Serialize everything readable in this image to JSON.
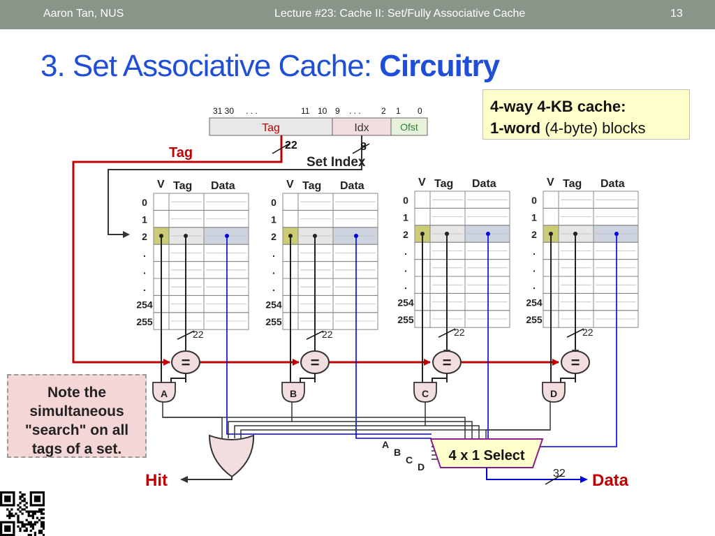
{
  "header": {
    "author": "Aaron Tan, NUS",
    "lecture": "Lecture #23: Cache II: Set/Fully Associative Cache",
    "page": "13"
  },
  "title": {
    "prefix": "3. Set Associative Cache: ",
    "emphasis": "Circuitry"
  },
  "cache_box": {
    "line1": "4-way 4-KB cache:",
    "line2_bold": "1-word",
    "line2_rest": " (4-byte) blocks"
  },
  "address": {
    "bit_labels": [
      "31 30",
      ". . .",
      "11",
      "10",
      "9",
      ". . .",
      "2",
      "1",
      "0"
    ],
    "tag_field": "Tag",
    "idx_field": "Idx",
    "ofst_field": "Ofst",
    "tag_width": "22",
    "idx_width": "8"
  },
  "labels": {
    "tag": "Tag",
    "set_index": "Set Index",
    "hit": "Hit",
    "data": "Data",
    "data_width": "32",
    "select": "4 x 1 Select",
    "compare": "=",
    "tag_compare_width": "22"
  },
  "way": {
    "col_v": "V",
    "col_tag": "Tag",
    "col_data": "Data",
    "row_labels": [
      "0",
      "1",
      "2",
      ".",
      ".",
      ".",
      "254",
      "255"
    ]
  },
  "gates": [
    "A",
    "B",
    "C",
    "D"
  ],
  "select_inputs": [
    "A",
    "B",
    "C",
    "D"
  ],
  "note": {
    "line1": "Note the",
    "line2": "simultaneous",
    "line3": "\"search\" on all",
    "line4": "tags of a set."
  },
  "colors": {
    "header_bar": "#8a958a",
    "title": "#1f4fd6",
    "tag_wire": "#c00000",
    "data_wire": "#0000dd",
    "valid_highlight": "#cccc77",
    "row_highlight": "#e6e6e6",
    "data_highlight": "#cdd3df",
    "select_box": "#ffffcc",
    "note_box": "#f4d6d6",
    "tag_field": "#e8e8e8",
    "idx_field": "#f2dede",
    "ofst_field": "#e6f2dc"
  },
  "icons": [
    "or-gate-icon",
    "qr-code-icon"
  ]
}
